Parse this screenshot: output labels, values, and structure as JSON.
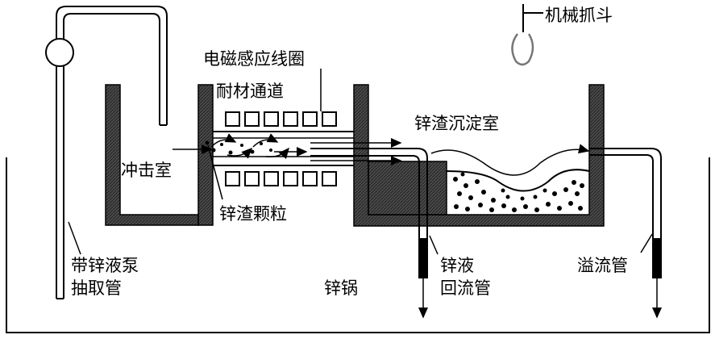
{
  "labels": {
    "mechanical_grab": "机械抓斗",
    "induction_coil": "电磁感应线圈",
    "refractory_channel": "耐材通道",
    "dross_settling_chamber": "锌渣沉淀室",
    "impact_chamber": "冲击室",
    "dross_particles": "锌渣颗粒",
    "pump_pipe_line1": "带锌液泵",
    "pump_pipe_line2": "抽取管",
    "zinc_pot": "锌锅",
    "return_pipe_line1": "锌液",
    "return_pipe_line2": "回流管",
    "overflow_pipe": "溢流管"
  },
  "colors": {
    "stroke": "#000000",
    "wall_fill": "#555555",
    "background": "#ffffff"
  }
}
